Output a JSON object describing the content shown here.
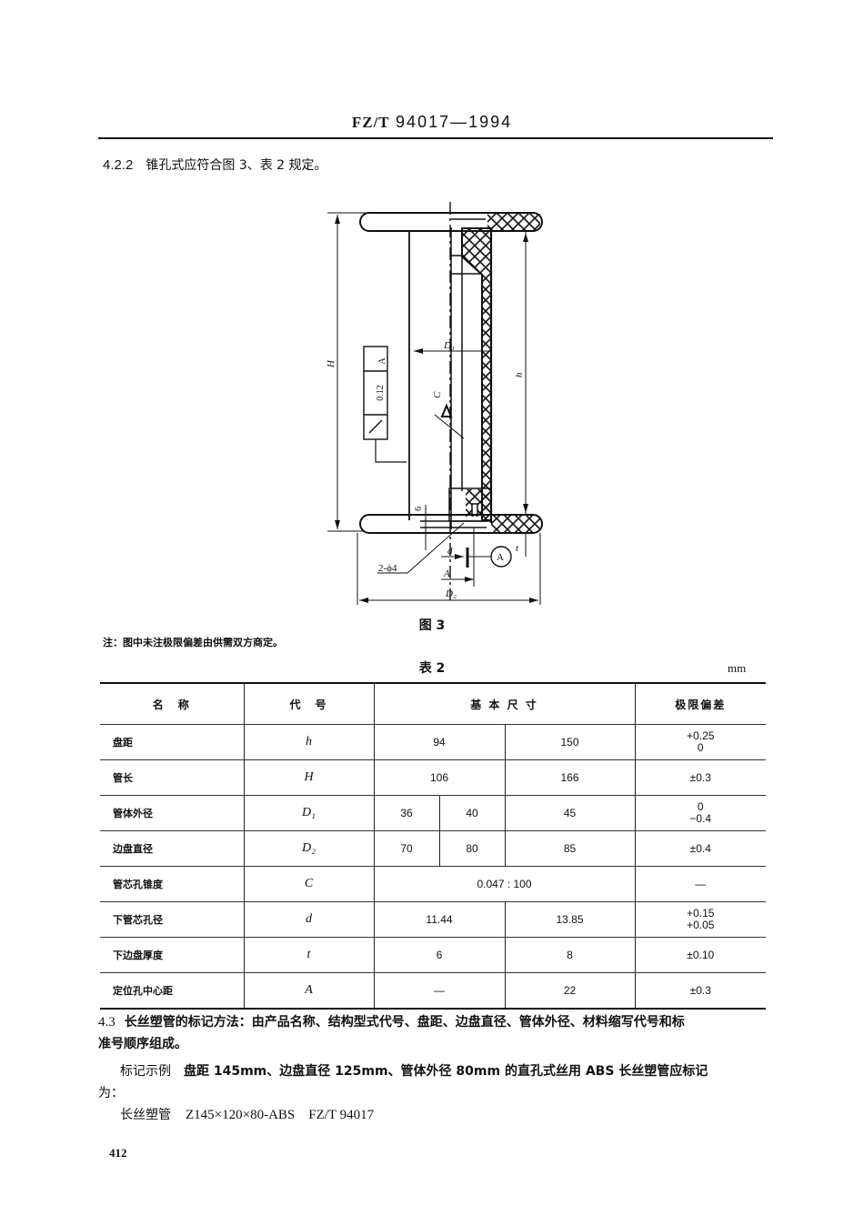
{
  "header": {
    "standard_prefix": "FZ/T",
    "standard_number": "94017—1994"
  },
  "clause_4_2_2": {
    "number": "4.2.2",
    "text": "锥孔式应符合图 3、表 2 规定。"
  },
  "figure": {
    "caption": "图 3",
    "labels": {
      "H": "H",
      "h": "h",
      "D1": "D₁",
      "D2": "D₂",
      "C": "C",
      "d": "d",
      "t": "t",
      "A": "A",
      "six": "6",
      "holes": "2-ϕ4",
      "datum": "A",
      "tolerance_value": "0.12",
      "tolerance_datum": "A"
    }
  },
  "note": "注：图中未注极限偏差由供需双方商定。",
  "table": {
    "title": "表 2",
    "unit": "mm",
    "headers": {
      "name": "名　称",
      "code": "代　号",
      "basic_size": "基 本 尺 寸",
      "deviation": "极限偏差"
    },
    "rows": [
      {
        "name": "盘距",
        "code": "h",
        "v1": "94",
        "v2": "150",
        "tol1": "+0.25",
        "tol2": "0"
      },
      {
        "name": "管长",
        "code": "H",
        "v1": "106",
        "v2": "166",
        "tol1": "±0.3",
        "tol2": ""
      },
      {
        "name": "管体外径",
        "code": "D₁",
        "v1a": "36",
        "v1b": "40",
        "v2": "45",
        "tol1": "0",
        "tol2": "−0.4"
      },
      {
        "name": "边盘直径",
        "code": "D₂",
        "v1a": "70",
        "v1b": "80",
        "v2": "85",
        "tol1": "±0.4",
        "tol2": ""
      },
      {
        "name": "管芯孔锥度",
        "code": "C",
        "v": "0.047 : 100",
        "tol1": "—",
        "tol2": ""
      },
      {
        "name": "下管芯孔径",
        "code": "d",
        "v1": "11.44",
        "v2": "13.85",
        "tol1": "+0.15",
        "tol2": "+0.05"
      },
      {
        "name": "下边盘厚度",
        "code": "t",
        "v1": "6",
        "v2": "8",
        "tol1": "±0.10",
        "tol2": ""
      },
      {
        "name": "定位孔中心距",
        "code": "A",
        "v1": "—",
        "v2": "22",
        "tol1": "±0.3",
        "tol2": ""
      }
    ]
  },
  "clause_4_3": {
    "number": "4.3",
    "line1": "长丝塑管的标记方法：由产品名称、结构型式代号、盘距、边盘直径、管体外径、材料缩写代号和标",
    "line2": "准号顺序组成。",
    "example_label": "标记示例",
    "example_line1": "盘距 145mm、边盘直径 125mm、管体外径 80mm 的直孔式丝用 ABS 长丝塑管应标记",
    "example_line2": "为：",
    "marking_name": "长丝塑管",
    "marking_code": "Z145×120×80-ABS　FZ/T 94017"
  },
  "page_number": "412"
}
